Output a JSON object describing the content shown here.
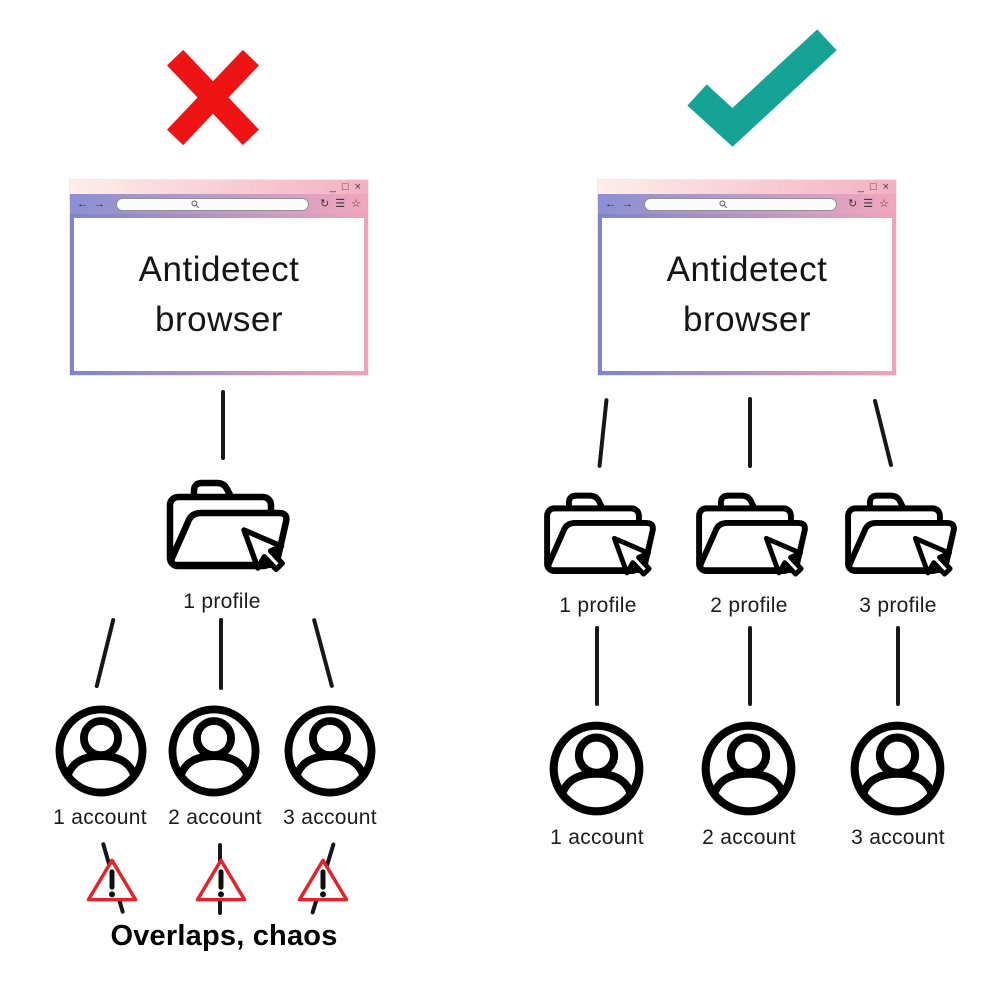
{
  "colors": {
    "cross_red": "#ee1414",
    "check_teal": "#14a394",
    "warning_red": "#e62129",
    "line_black": "#171717",
    "titlebar_gradient": [
      "#fdeee8",
      "#f4b0c3"
    ],
    "toolbar_gradient": [
      "#8a90d2",
      "#f2a6bc"
    ],
    "window_border_gradient": [
      "#7d84cb",
      "#f0a3b8"
    ]
  },
  "chrome": {
    "minimize_icon": "_",
    "maximize_icon": "□",
    "close_icon": "×",
    "back_icon": "←",
    "forward_icon": "→",
    "refresh_icon": "↻",
    "menu_icon": "☰",
    "bookmark_icon": "☆",
    "search_icon": "magnifier"
  },
  "left_panel": {
    "verdict": "rejected",
    "verdict_icon": "cross-icon",
    "browser_title": "Antidetect browser",
    "profile_label": "1 profile",
    "account_labels": [
      "1 account",
      "2 account",
      "3 account"
    ],
    "warning_icon": "exclamation-triangle-icon",
    "warning_count": 3,
    "caption": "Overlaps, chaos"
  },
  "right_panel": {
    "verdict": "approved",
    "verdict_icon": "check-icon",
    "browser_title": "Antidetect browser",
    "profile_labels": [
      "1 profile",
      "2 profile",
      "3 profile"
    ],
    "account_labels": [
      "1 account",
      "2 account",
      "3 account"
    ]
  }
}
